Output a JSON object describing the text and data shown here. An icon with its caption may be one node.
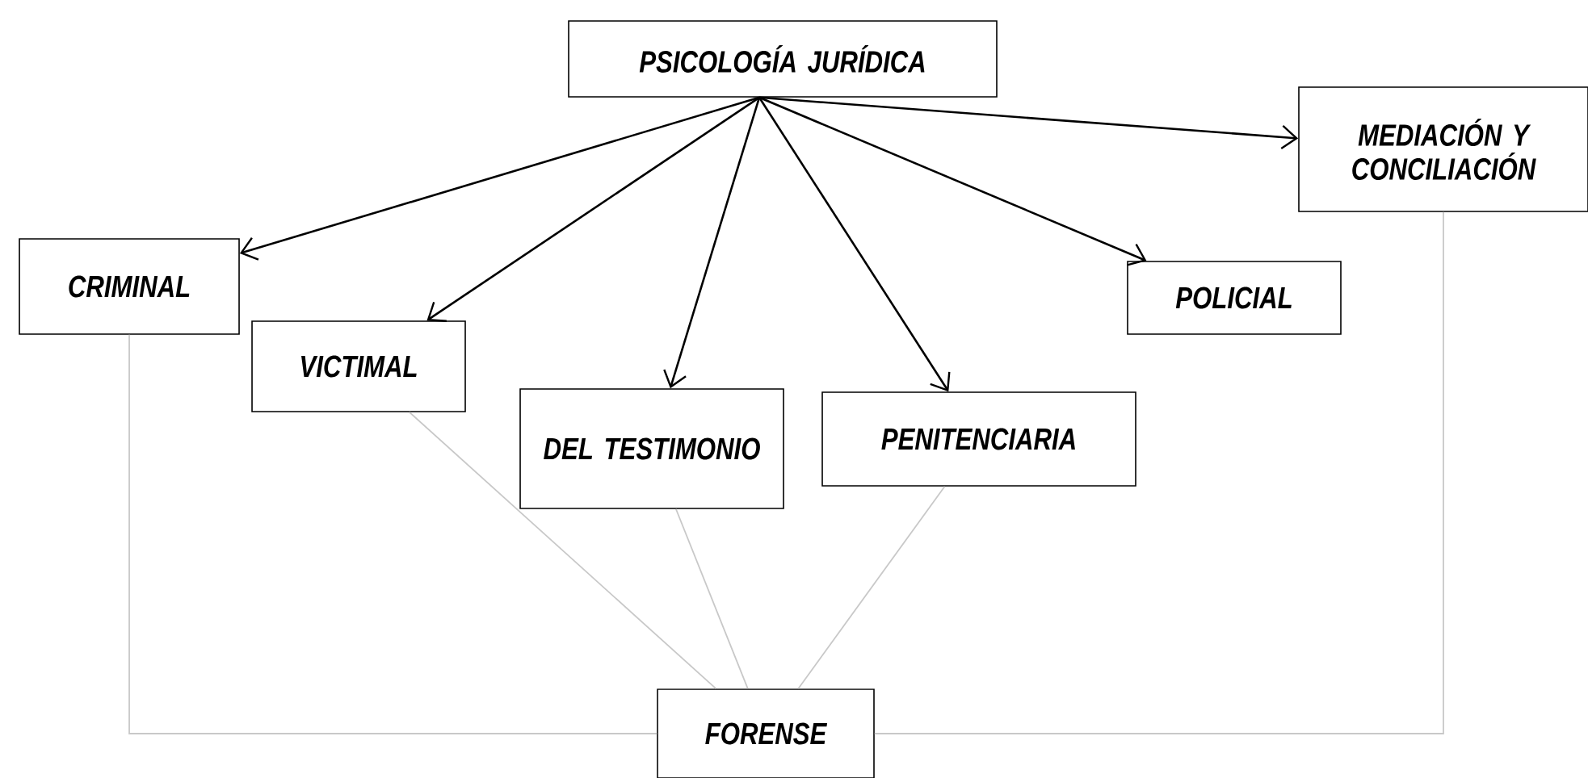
{
  "diagram": {
    "nodes": [
      {
        "text": [
          "PSICOLOGÍA JURÍDICA"
        ]
      },
      {
        "text": [
          "MEDIACIÓN Y CONCILIACIÓN"
        ]
      },
      {
        "text": [
          "CRIMINAL"
        ]
      },
      {
        "text": [
          "POLICIAL"
        ]
      },
      {
        "text": [
          "VICTIMAL"
        ]
      },
      {
        "text": [
          "DEL TESTIMONIO"
        ]
      },
      {
        "text": [
          "PENITENCIARIA"
        ]
      },
      {
        "text": [
          "FORENSE"
        ]
      }
    ],
    "edges": [
      {
        "from": 0,
        "to": 2,
        "arrow": "to"
      },
      {
        "from": 0,
        "to": 4,
        "arrow": "to"
      },
      {
        "from": 0,
        "to": 5,
        "arrow": "to"
      },
      {
        "from": 0,
        "to": 6,
        "arrow": "to"
      },
      {
        "from": 0,
        "to": 3,
        "arrow": "to"
      },
      {
        "from": 0,
        "to": 1,
        "arrow": "to"
      },
      {
        "from": 2,
        "to": 7,
        "arrow": "none",
        "color": "#c8c8c8"
      },
      {
        "from": 4,
        "to": 7,
        "arrow": "none",
        "color": "#c8c8c8"
      },
      {
        "from": 5,
        "to": 7,
        "arrow": "none",
        "color": "#c8c8c8"
      },
      {
        "from": 6,
        "to": 7,
        "arrow": "none",
        "color": "#c8c8c8"
      },
      {
        "from": 1,
        "to": 7,
        "arrow": "none",
        "color": "#c8c8c8"
      }
    ]
  }
}
